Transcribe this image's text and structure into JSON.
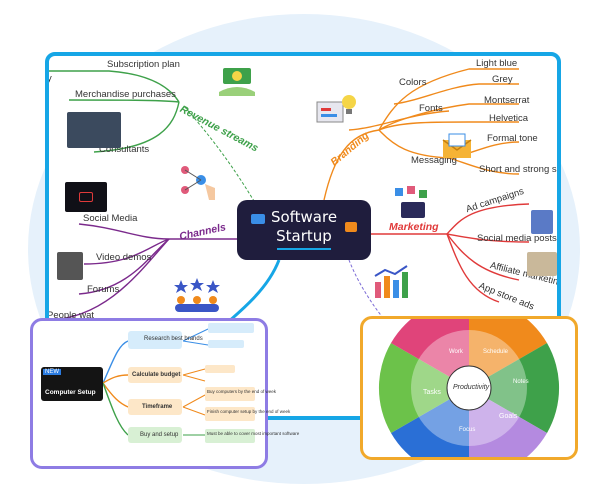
{
  "center": {
    "line1": "Software",
    "line2": "Startup"
  },
  "revenue": {
    "title": "Revenue streams",
    "items": [
      "Subscription plan",
      "Merchandise purchases",
      "Consultants"
    ],
    "cut_label": "y"
  },
  "channels": {
    "title": "Channels",
    "items": [
      "Social Media",
      "Video demos",
      "Forums"
    ],
    "cut_label": "People wat"
  },
  "branding": {
    "title": "Branding",
    "colors_label": "Colors",
    "colors": [
      "Light blue",
      "Grey"
    ],
    "fonts_label": "Fonts",
    "fonts": [
      "Montserrat",
      "Helvetica"
    ],
    "messaging_label": "Messaging",
    "messaging": [
      "Formal tone",
      "Short and strong se"
    ]
  },
  "marketing": {
    "title": "Marketing",
    "items": [
      "Ad campaigns",
      "Social media posts",
      "Affiliate marketing",
      "App store ads"
    ]
  },
  "left_card": {
    "root": "Computer Setup",
    "branches": [
      "Research best brands",
      "Calculate budget",
      "Timeframe",
      "Buy and setup"
    ],
    "notes": [
      "Buy computers by the end of week",
      "Finish computer setup by the end of week",
      "Must be able to cover most important software"
    ],
    "badge": "NEW"
  },
  "right_card": {
    "center": "Productivity",
    "segments": [
      "Tasks",
      "Goals",
      "Schedule",
      "Notes",
      "Work",
      "Focus"
    ]
  },
  "colors": {
    "frame_blue": "#16a6e6",
    "revenue_green": "#3ea14a",
    "channels_purple": "#7b2a8c",
    "branding_orange": "#f08a1c",
    "marketing_red": "#e03a3a",
    "left_card_border": "#8e7ce4",
    "right_card_border": "#f1a92b",
    "center_bg": "#1f1d3d"
  },
  "icons": [
    "money-hand-icon",
    "presentation-bulb-icon",
    "network-touch-icon",
    "envelope-icon",
    "social-media-icon",
    "people-stars-icon",
    "bar-chart-icon"
  ]
}
